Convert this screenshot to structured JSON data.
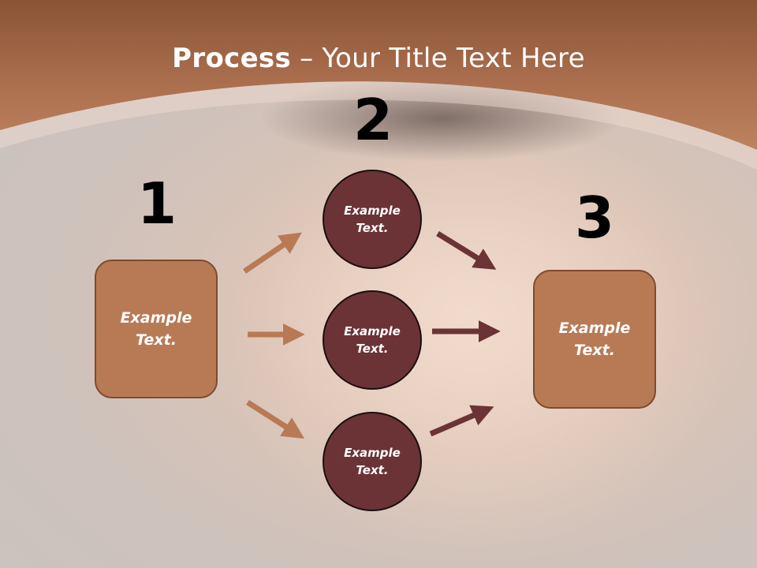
{
  "title": {
    "bold": "Process",
    "rest": " – Your Title Text Here"
  },
  "steps": [
    {
      "number": "1",
      "label": "Example\nText."
    },
    {
      "number": "2",
      "labels": [
        "Example\nText.",
        "Example\nText.",
        "Example\nText."
      ]
    },
    {
      "number": "3",
      "label": "Example\nText."
    }
  ],
  "colors": {
    "header": "#a5694a",
    "box_fill": "#b87a55",
    "circle_fill": "#6b3336",
    "arrow_light": "#b87a55",
    "arrow_dark": "#6b3336"
  }
}
